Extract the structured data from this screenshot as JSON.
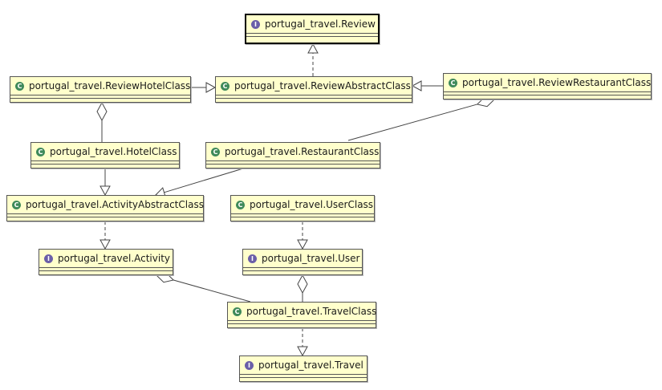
{
  "colors": {
    "node_fill": "#ffffcc",
    "node_border": "#555555",
    "class_icon": "#3f8a5a",
    "interface_icon": "#6b5fa8"
  },
  "nodes": {
    "review": {
      "label": "portugal_travel.Review",
      "kind": "interface",
      "icon": "I"
    },
    "review_hotel": {
      "label": "portugal_travel.ReviewHotelClass",
      "kind": "class",
      "icon": "C"
    },
    "review_abstract": {
      "label": "portugal_travel.ReviewAbstractClass",
      "kind": "class",
      "icon": "C"
    },
    "review_restaurant": {
      "label": "portugal_travel.ReviewRestaurantClass",
      "kind": "class",
      "icon": "C"
    },
    "hotel": {
      "label": "portugal_travel.HotelClass",
      "kind": "class",
      "icon": "C"
    },
    "restaurant": {
      "label": "portugal_travel.RestaurantClass",
      "kind": "class",
      "icon": "C"
    },
    "activity_abstract": {
      "label": "portugal_travel.ActivityAbstractClass",
      "kind": "class",
      "icon": "C"
    },
    "user_class": {
      "label": "portugal_travel.UserClass",
      "kind": "class",
      "icon": "C"
    },
    "activity": {
      "label": "portugal_travel.Activity",
      "kind": "interface",
      "icon": "I"
    },
    "user": {
      "label": "portugal_travel.User",
      "kind": "interface",
      "icon": "I"
    },
    "travel_class": {
      "label": "portugal_travel.TravelClass",
      "kind": "class",
      "icon": "C"
    },
    "travel": {
      "label": "portugal_travel.Travel",
      "kind": "interface",
      "icon": "I"
    }
  },
  "edges": [
    {
      "from": "review_abstract",
      "to": "review",
      "type": "realization"
    },
    {
      "from": "review_hotel",
      "to": "review_abstract",
      "type": "generalization"
    },
    {
      "from": "review_restaurant",
      "to": "review_abstract",
      "type": "generalization"
    },
    {
      "from": "review_hotel",
      "to": "hotel",
      "type": "aggregation"
    },
    {
      "from": "review_restaurant",
      "to": "restaurant",
      "type": "aggregation"
    },
    {
      "from": "hotel",
      "to": "activity_abstract",
      "type": "generalization"
    },
    {
      "from": "restaurant",
      "to": "activity_abstract",
      "type": "generalization"
    },
    {
      "from": "activity_abstract",
      "to": "activity",
      "type": "realization"
    },
    {
      "from": "user_class",
      "to": "user",
      "type": "realization"
    },
    {
      "from": "activity",
      "to": "travel_class",
      "type": "aggregation"
    },
    {
      "from": "user",
      "to": "travel_class",
      "type": "aggregation"
    },
    {
      "from": "travel_class",
      "to": "travel",
      "type": "realization"
    }
  ]
}
